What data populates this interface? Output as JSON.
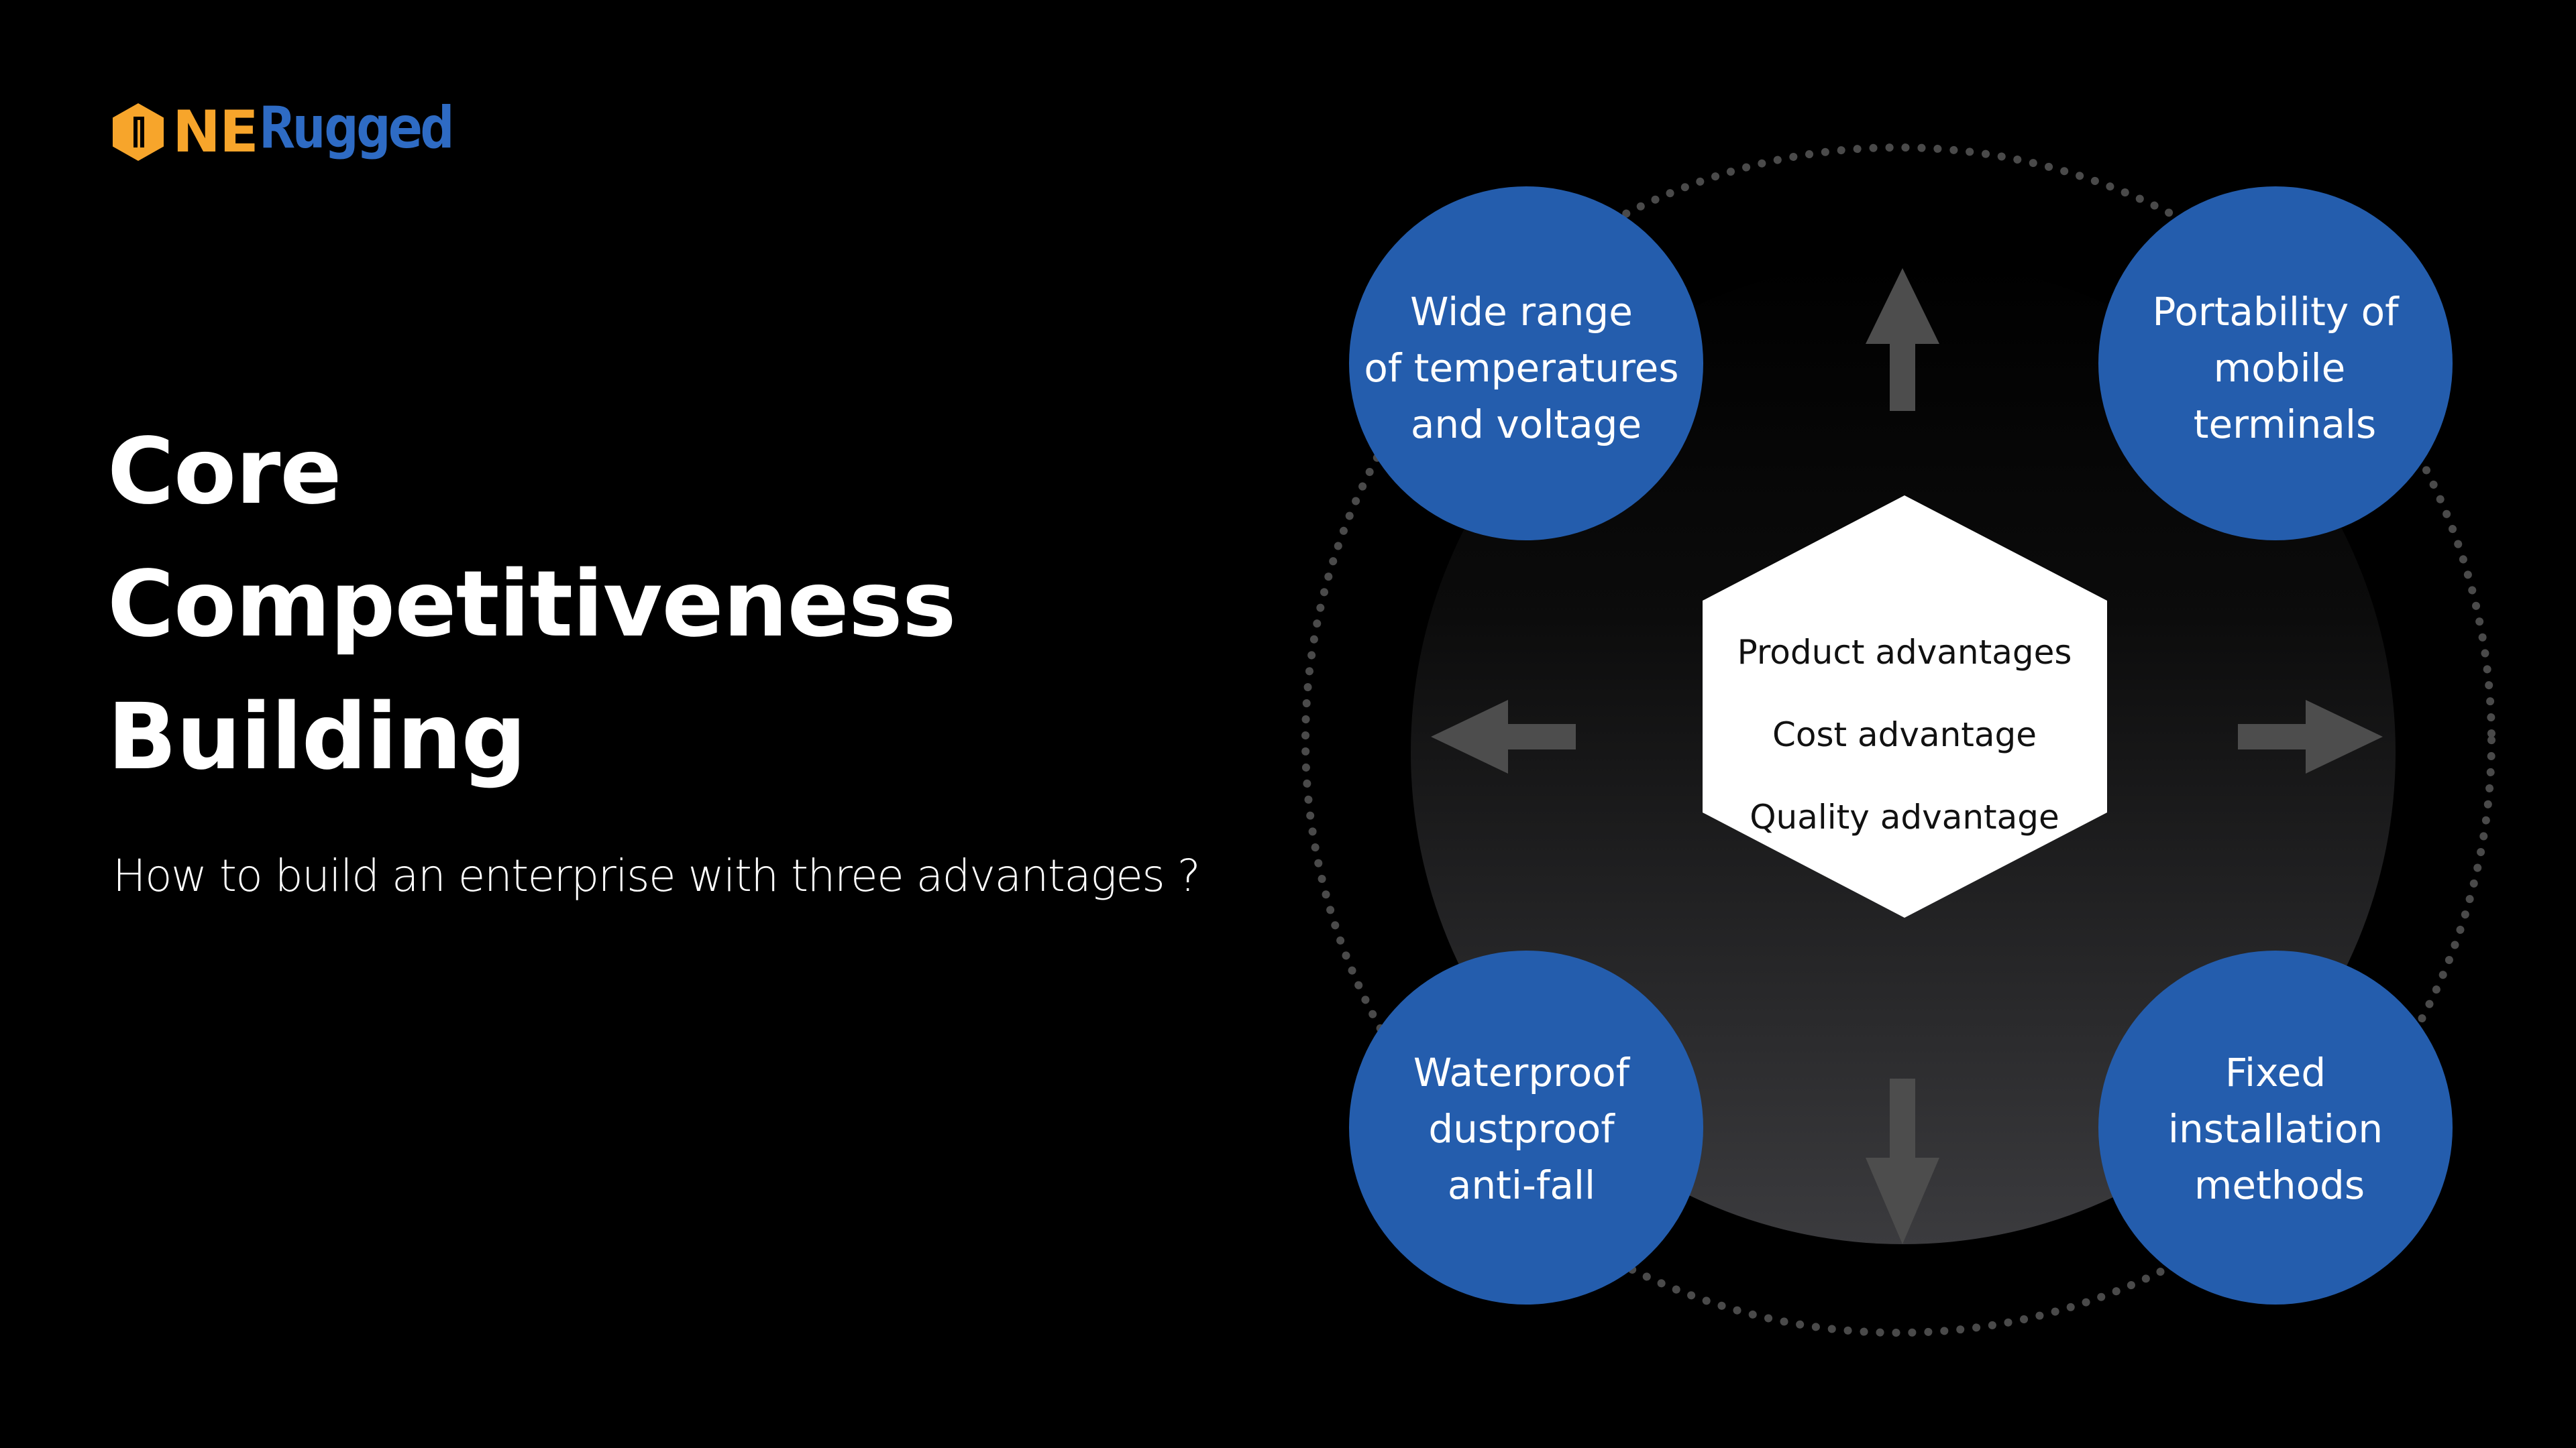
{
  "logo": {
    "prefix": "NE",
    "suffix": "Rugged",
    "icon": "hexagon-one-icon",
    "colors": {
      "orange": "#F7A52B",
      "blue": "#2E6BC4"
    }
  },
  "title": {
    "lines": [
      "Core",
      "Competitiveness",
      "Building"
    ]
  },
  "subtitle": "How to build an enterprise with three advantages ?",
  "diagram": {
    "center": {
      "shape": "hexagon",
      "lines": [
        "Product advantages",
        "Cost advantage",
        "Quality advantage"
      ]
    },
    "arrows": [
      "arrow-up-icon",
      "arrow-down-icon",
      "arrow-left-icon",
      "arrow-right-icon"
    ],
    "features": [
      {
        "position": "top-left",
        "lines": [
          "Wide range",
          "of temperatures",
          "and voltage"
        ]
      },
      {
        "position": "top-right",
        "lines": [
          "Portability of",
          "mobile",
          "terminals"
        ]
      },
      {
        "position": "bottom-left",
        "lines": [
          "Waterproof",
          "dustproof",
          "anti-fall"
        ]
      },
      {
        "position": "bottom-right",
        "lines": [
          "Fixed",
          "installation",
          "methods"
        ]
      }
    ],
    "colors": {
      "feature_circle": "#245DAD",
      "arrow": "#4D4D4D",
      "dots": "#4A4A4A",
      "hexagon": "#FFFFFF",
      "background": "#000000"
    }
  }
}
